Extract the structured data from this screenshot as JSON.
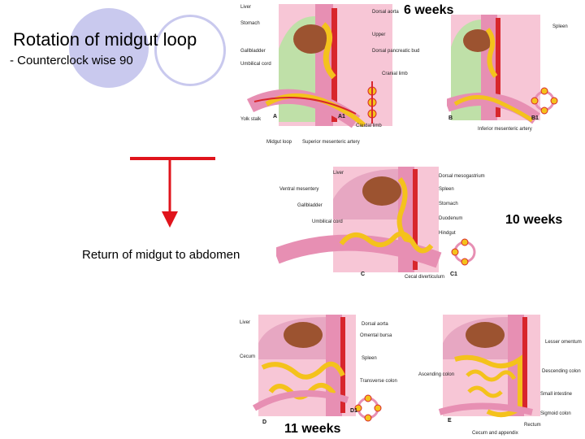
{
  "title": "Rotation of midgut loop",
  "subtitle": "- Counterclock wise 90",
  "stages": {
    "six": "6 weeks",
    "ten": "10 weeks",
    "eleven": "11 weeks"
  },
  "caption": "Return of midgut to abdomen",
  "colors": {
    "arrow": "#e0141c",
    "circle_fill": "#c9c9ee",
    "circle_stroke": "#c9c9ee",
    "body_wall": "#e78fb3",
    "gut_yellow": "#f4c21c",
    "organ_brown": "#9c5330",
    "artery_red": "#d8262c",
    "tissue_pink": "#f2b3c8",
    "green_tissue": "#bfe0a8"
  },
  "panel_a": {
    "labels": {
      "liver": "Liver",
      "stomach": "Stomach",
      "gallbladder": "Gallbladder",
      "umbilical_cord": "Umbilical cord",
      "yolk_stalk": "Yolk stalk",
      "midgut_loop": "Midgut loop",
      "sma": "Superior mesenteric artery",
      "dorsal_aorta": "Dorsal aorta",
      "upper": "Upper",
      "dorsal_pancreatic_bud": "Dorsal pancreatic bud",
      "cranial_limb": "Cranial limb",
      "caudal_limb": "Caudal limb",
      "letter": "A",
      "letter_rot": "A1"
    }
  },
  "panel_b": {
    "labels": {
      "spleen": "Spleen",
      "ima": "Inferior mesenteric artery",
      "letter": "B",
      "letter_rot": "B1"
    }
  },
  "panel_c": {
    "labels": {
      "liver": "Liver",
      "ventral_mesentery": "Ventral mesentery",
      "gallbladder": "Gallbladder",
      "umbilical_cord": "Umbilical cord",
      "dorsal_mesogastrium": "Dorsal mesogastrium",
      "spleen": "Spleen",
      "stomach": "Stomach",
      "duodenum": "Duodenum",
      "hindgut": "Hindgut",
      "cecal_diverticulum": "Cecal diverticulum",
      "letter": "C",
      "letter_rot": "C1"
    }
  },
  "panel_d": {
    "labels": {
      "liver": "Liver",
      "cecum": "Cecum",
      "dorsal_aorta": "Dorsal aorta",
      "omental_bursa": "Omental bursa",
      "spleen": "Spleen",
      "transverse_colon": "Transverse colon",
      "letter": "D",
      "letter_rot": "D1"
    }
  },
  "panel_e": {
    "labels": {
      "lesser_omentum": "Lesser omentum",
      "descending_colon": "Descending colon",
      "ascending_colon": "Ascending colon",
      "small_intestine": "Small intestine",
      "sigmoid_colon": "Sigmoid colon",
      "rectum": "Rectum",
      "cecum_appendix": "Cecum and appendix",
      "letter": "E"
    }
  }
}
